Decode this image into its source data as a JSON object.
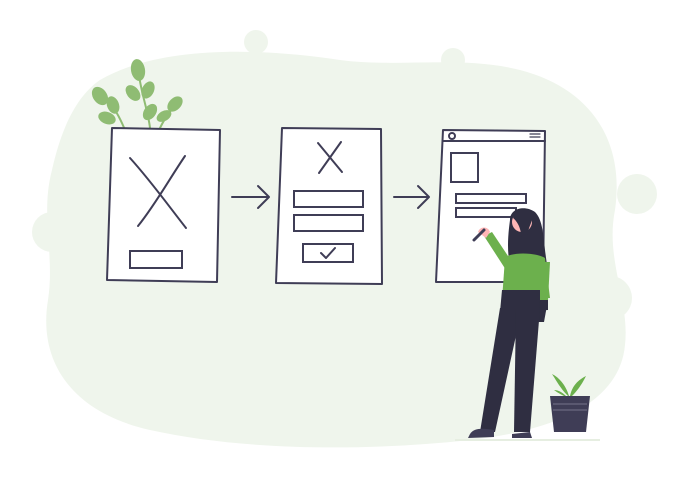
{
  "colors": {
    "background": "#ffffff",
    "blob": "#eff5ec",
    "stroke": "#3f3d56",
    "frame_fill": "#ffffff",
    "accent_green": "#6cb04d",
    "leaf_green": "#8fbc73",
    "hair": "#2f2e41",
    "pants": "#2f2e41",
    "skin": "#ffb6b6",
    "pot": "#3f3d56"
  },
  "icons": {
    "plant_top_left": "leafy-branch-icon",
    "potted_plant": "potted-plant-icon",
    "arrow": "arrow-right-icon",
    "check": "checkmark-icon",
    "x_mark": "x-mark-icon"
  },
  "stages": [
    {
      "name": "wireframe-sketch",
      "shows_image_placeholder": true,
      "input_fields": 0,
      "has_button": true,
      "button_has_check": false
    },
    {
      "name": "form-mockup",
      "shows_image_placeholder": true,
      "input_fields": 2,
      "has_button": true,
      "button_has_check": true
    },
    {
      "name": "browser-page",
      "shows_image_placeholder": true,
      "input_fields": 2,
      "has_button": false,
      "button_has_check": false
    }
  ]
}
